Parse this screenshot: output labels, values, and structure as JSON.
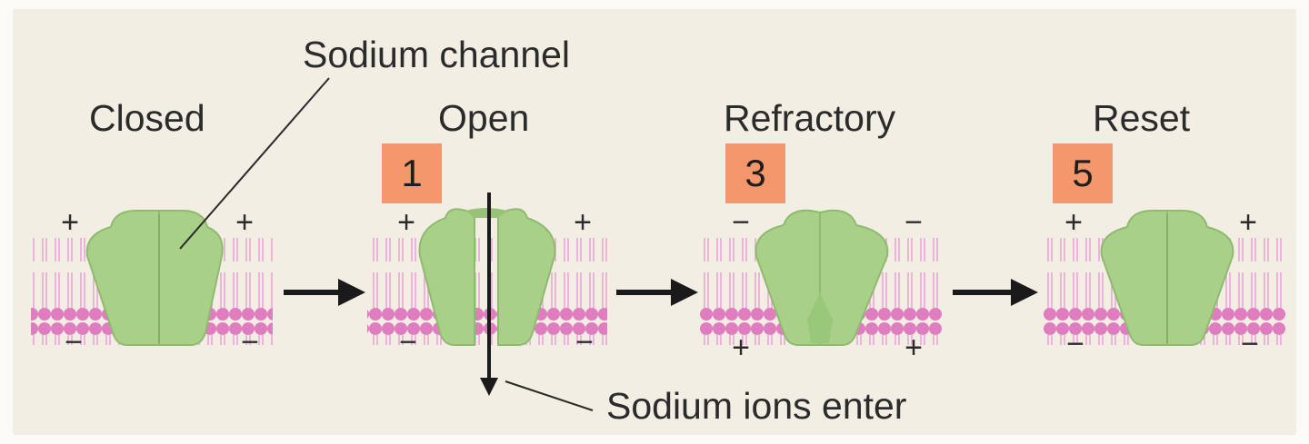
{
  "labels": {
    "sodium_channel": "Sodium channel",
    "sodium_ions_enter": "Sodium ions enter"
  },
  "stages": [
    {
      "title": "Closed",
      "badge": "",
      "sign_top": "+",
      "sign_bottom": "−"
    },
    {
      "title": "Open",
      "badge": "1",
      "sign_top": "+",
      "sign_bottom": "−"
    },
    {
      "title": "Refractory",
      "badge": "3",
      "sign_top": "−",
      "sign_bottom": "+"
    },
    {
      "title": "Reset",
      "badge": "5",
      "sign_top": "+",
      "sign_bottom": "−"
    }
  ],
  "colors": {
    "background": "#f2eee4",
    "membrane": "#e58cc8",
    "channel": "#a8cf86",
    "badge": "#f4976c",
    "arrow": "#1a1a1a"
  }
}
